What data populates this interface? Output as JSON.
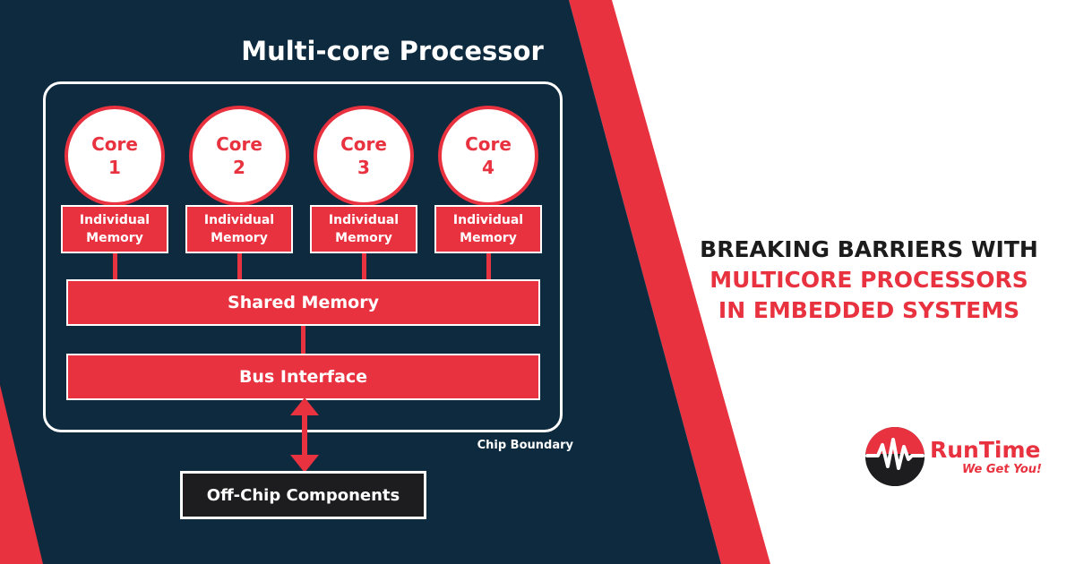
{
  "diagram": {
    "title": "Multi-core Processor",
    "cores": [
      {
        "label": "Core",
        "number": "1",
        "memory_line1": "Individual",
        "memory_line2": "Memory"
      },
      {
        "label": "Core",
        "number": "2",
        "memory_line1": "Individual",
        "memory_line2": "Memory"
      },
      {
        "label": "Core",
        "number": "3",
        "memory_line1": "Individual",
        "memory_line2": "Memory"
      },
      {
        "label": "Core",
        "number": "4",
        "memory_line1": "Individual",
        "memory_line2": "Memory"
      }
    ],
    "shared_memory": "Shared Memory",
    "bus_interface": "Bus Interface",
    "chip_boundary": "Chip Boundary",
    "off_chip": "Off-Chip Components"
  },
  "headline": {
    "line1": "BREAKING BARRIERS WITH",
    "line2": "MULTICORE PROCESSORS",
    "line3": "IN EMBEDDED SYSTEMS"
  },
  "brand": {
    "name": "RunTime",
    "tagline": "We Get You!"
  },
  "colors": {
    "navy": "#0d2a3e",
    "accent_red": "#e8323f",
    "white": "#ffffff",
    "dark": "#1d1d1f"
  }
}
